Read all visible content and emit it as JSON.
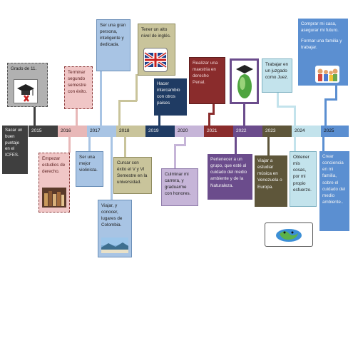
{
  "timeline": {
    "years": [
      "2015",
      "2016",
      "2017",
      "2018",
      "2019",
      "2020",
      "2021",
      "2022",
      "2023",
      "2024",
      "2025"
    ],
    "year_colors": [
      "#3f3f3f",
      "#e8b8b8",
      "#a8c4e4",
      "#c9c49b",
      "#1f3b63",
      "#c6b5d8",
      "#8a2c2c",
      "#6b4c8c",
      "#5e563a",
      "#c3e3ec",
      "#5b8fd1"
    ],
    "start_label": "Sacar un buen puntaje en el ICFES."
  },
  "events": {
    "grado": "Grado de 11.",
    "terminar": "Terminar segundo semestre con éxito.",
    "empezar": "Empezar estudios de derecho.",
    "mejor_violinista": "Ser una mejor violinista.",
    "gran_persona": "Ser una gran persona, inteligente y dedicada.",
    "viajar_colombia": "Viajar, y conocer, lugares de Colombia.",
    "cursar": "Cursar con éxito el  V y VI Semestre en la universidad.",
    "ingles": "Tener un alto nivel de inglés.",
    "intercambio": "Hacer intercambio con otros paises",
    "culminar": "Culminar mi carrera, y graduarme con honores.",
    "maestria": "Realizar una maestria en derecho Penal.",
    "pertenecer": "Pertenecer a un grupo, que esté al cuidado del medio ambiente y de la Naturaleza.",
    "venezuela": "Viajar a estudiar música en Venezuela o Europa.",
    "juzgado": "Trabajar en un juzgado como Juez.",
    "obtener": "Obtener mis cosas, por mi propio esfuerzo.",
    "casa_p1": "Comprar mi casa, asegurar mi futuro.",
    "casa_p2": "Formar una familia y trabajar.",
    "conciencia": "Crear conciencia en mi familia, sobre el cuidado del medio ambiente.."
  }
}
